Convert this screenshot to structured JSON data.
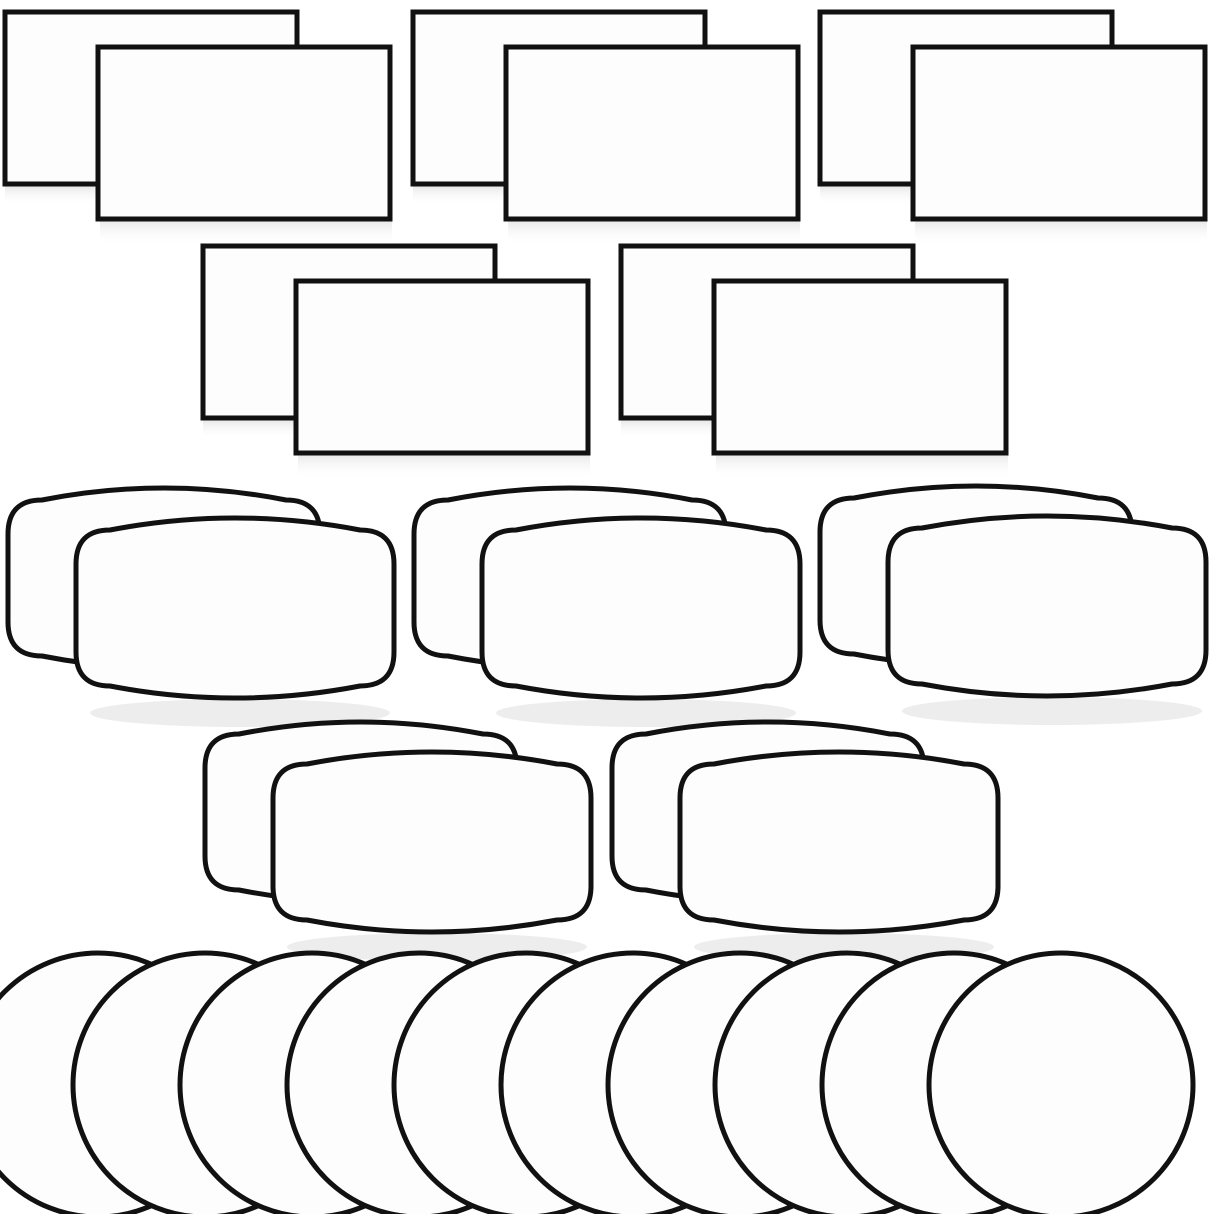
{
  "image": {
    "subject": "blank patches",
    "background_color": "#ffffff",
    "patch_fill": "#fdfdfd",
    "patch_border": "#111111",
    "shadow_color": "#e6e6e6"
  },
  "groups": [
    {
      "shape": "rectangle",
      "rows": 2,
      "pairs_per_row": [
        3,
        2
      ]
    },
    {
      "shape": "rounded-pillow",
      "rows": 2,
      "pairs_per_row": [
        3,
        2
      ]
    },
    {
      "shape": "circle",
      "rows": 1,
      "count": 10
    }
  ]
}
